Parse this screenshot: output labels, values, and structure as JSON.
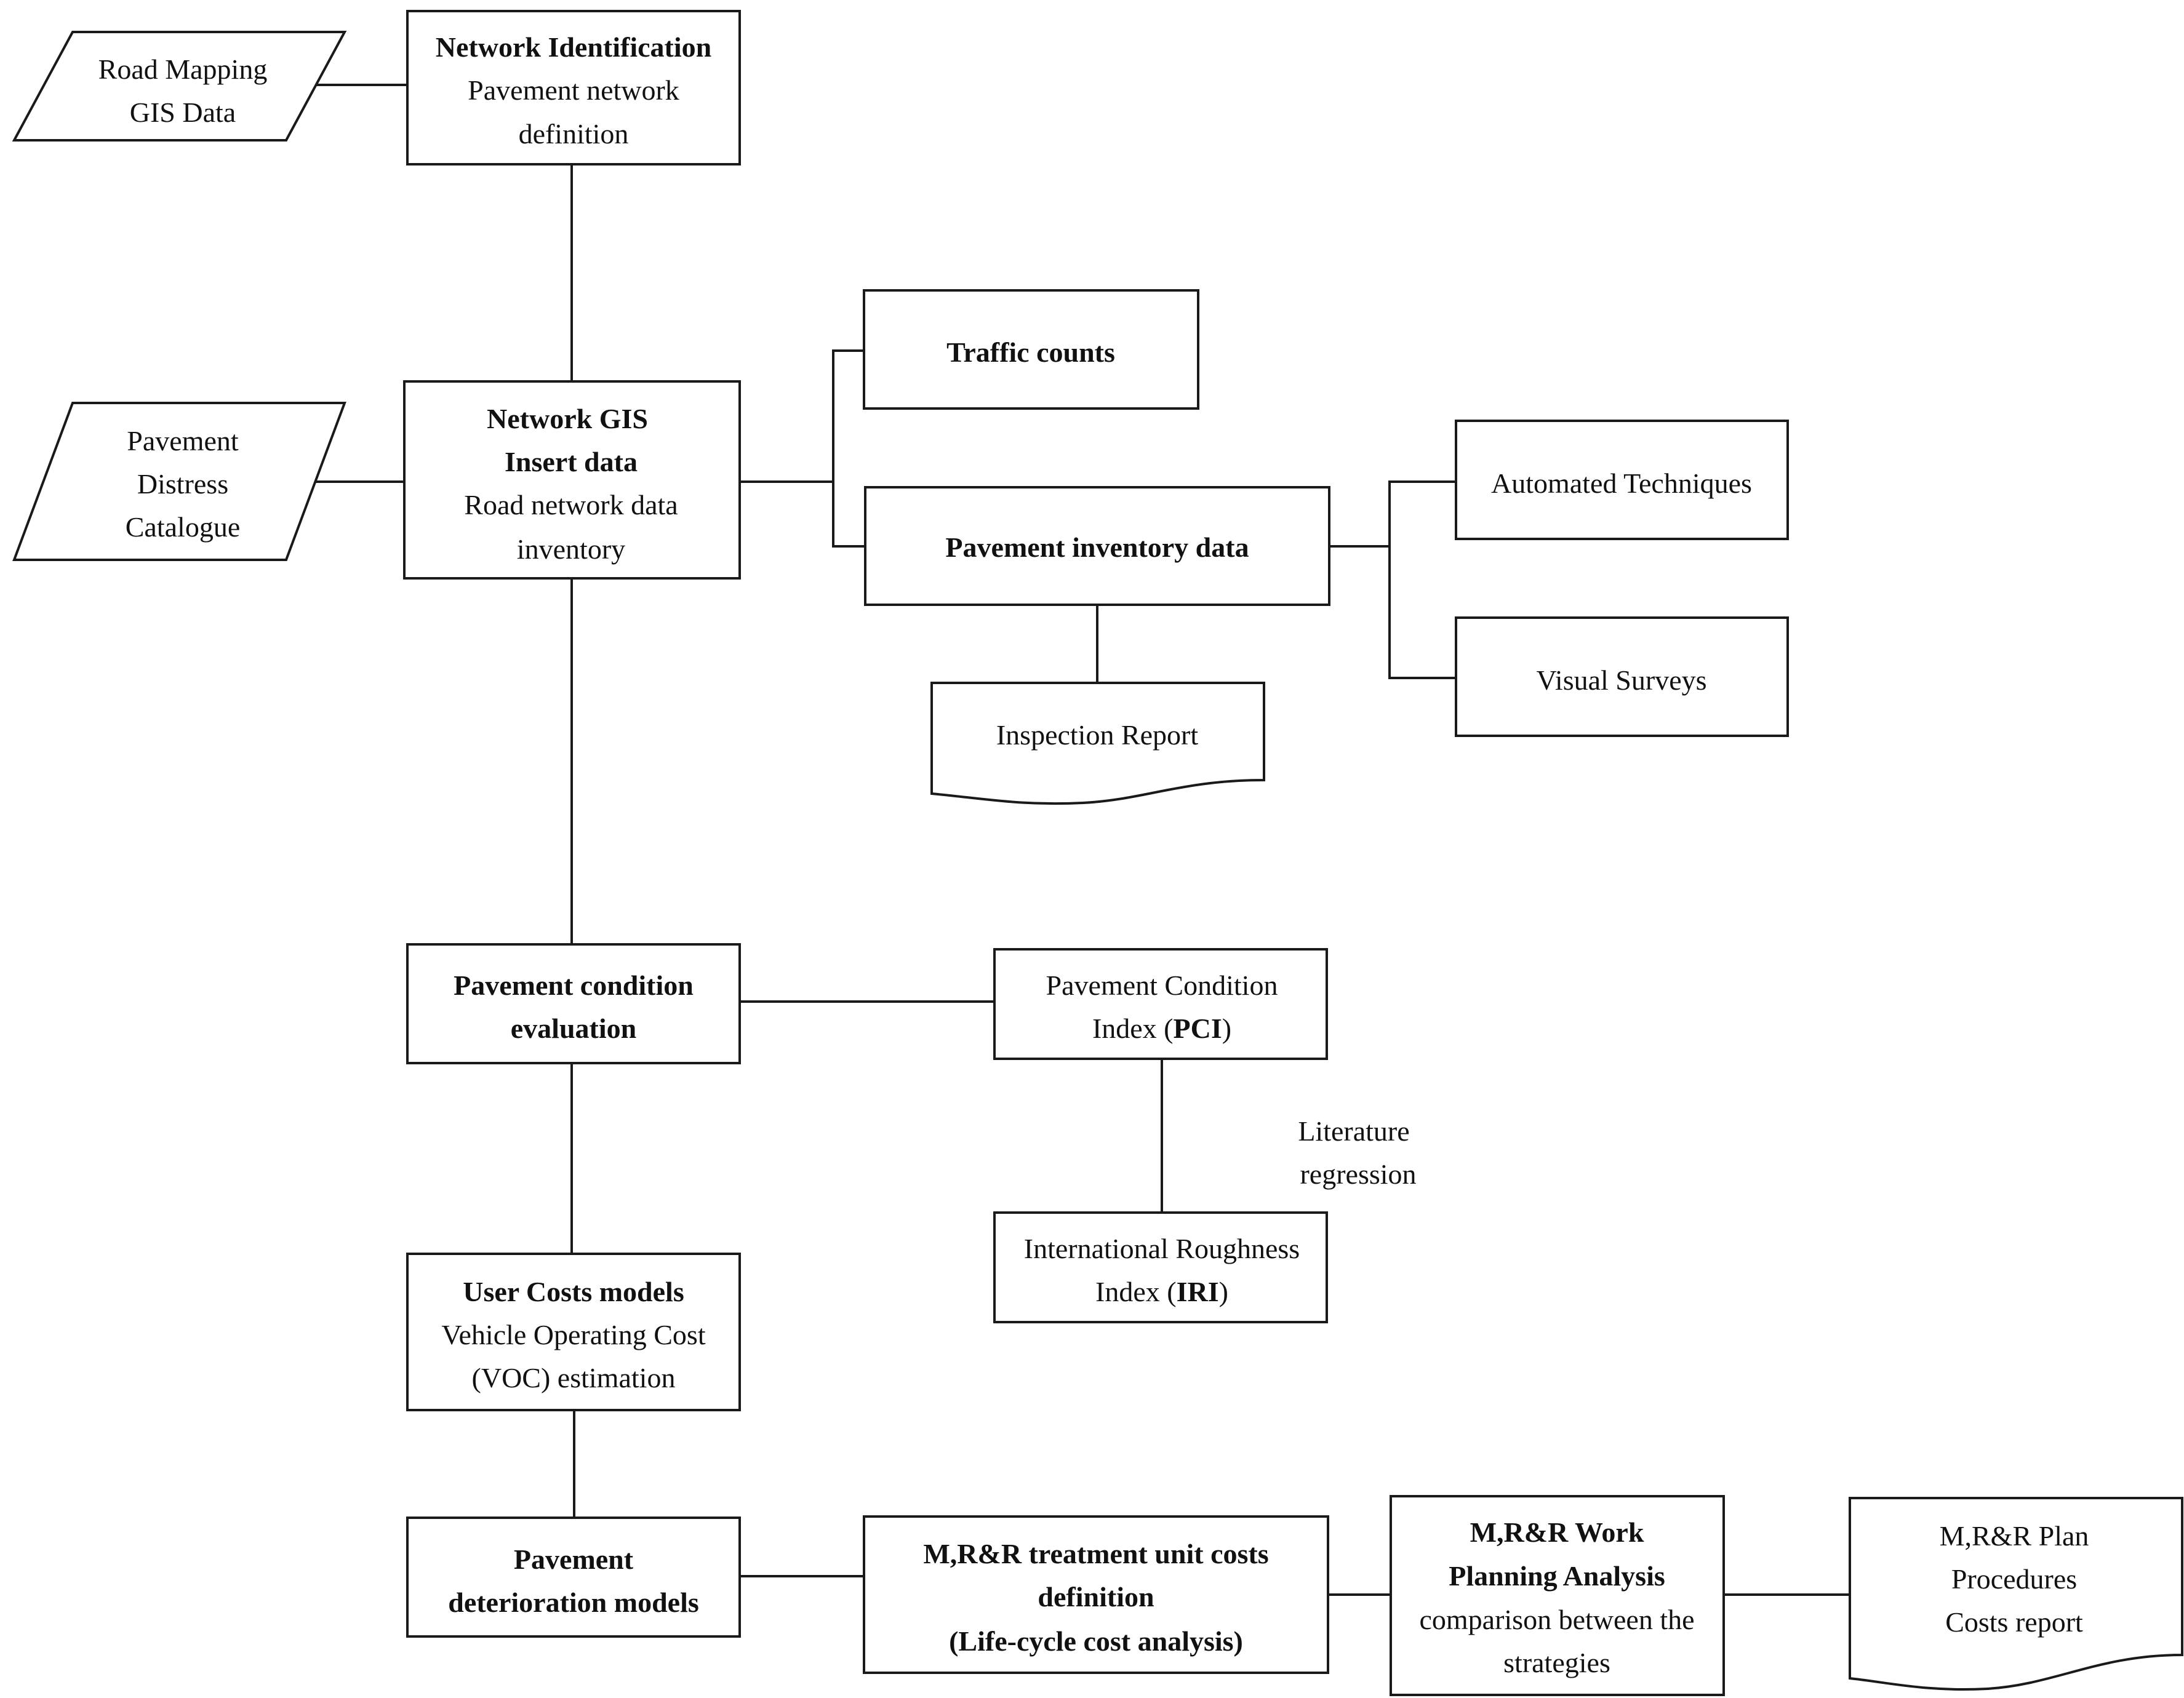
{
  "nodes": {
    "road_mapping": {
      "lines": [
        "Road Mapping",
        "GIS Data"
      ]
    },
    "network_identification": {
      "title": "Network Identification",
      "lines": [
        "Pavement network",
        "definition"
      ]
    },
    "distress_catalogue": {
      "lines": [
        "Pavement",
        "Distress",
        "Catalogue"
      ]
    },
    "network_gis": {
      "title_lines": [
        "Network GIS",
        "Insert data"
      ],
      "lines": [
        "Road network data",
        "inventory"
      ]
    },
    "traffic_counts": {
      "title": "Traffic counts"
    },
    "pavement_inventory": {
      "title": "Pavement inventory data"
    },
    "automated_techniques": {
      "label": "Automated Techniques"
    },
    "visual_surveys": {
      "label": "Visual Surveys"
    },
    "inspection_report": {
      "label": "Inspection Report"
    },
    "condition_evaluation": {
      "title_lines": [
        "Pavement condition",
        "evaluation"
      ]
    },
    "pci": {
      "line1": "Pavement Condition",
      "line2_prefix": "Index (",
      "line2_bold": "PCI",
      "line2_suffix": ")"
    },
    "literature_regression": {
      "lines": [
        "Literature",
        "regression"
      ]
    },
    "iri": {
      "line1": "International Roughness",
      "line2_prefix": "Index (",
      "line2_bold": "IRI",
      "line2_suffix": ")"
    },
    "user_costs": {
      "title": "User Costs models",
      "lines": [
        "Vehicle Operating Cost",
        "(VOC) estimation"
      ]
    },
    "deterioration_models": {
      "title_lines": [
        "Pavement",
        "deterioration models"
      ]
    },
    "treatment_costs": {
      "title_lines": [
        "M,R&R treatment unit costs",
        "definition",
        "(Life-cycle cost analysis)"
      ]
    },
    "work_planning": {
      "title_lines": [
        "M,R&R Work",
        "Planning Analysis"
      ],
      "lines": [
        "comparison between the",
        "strategies"
      ]
    },
    "plan_report": {
      "lines": [
        "M,R&R Plan",
        "Procedures",
        "Costs report"
      ]
    }
  }
}
